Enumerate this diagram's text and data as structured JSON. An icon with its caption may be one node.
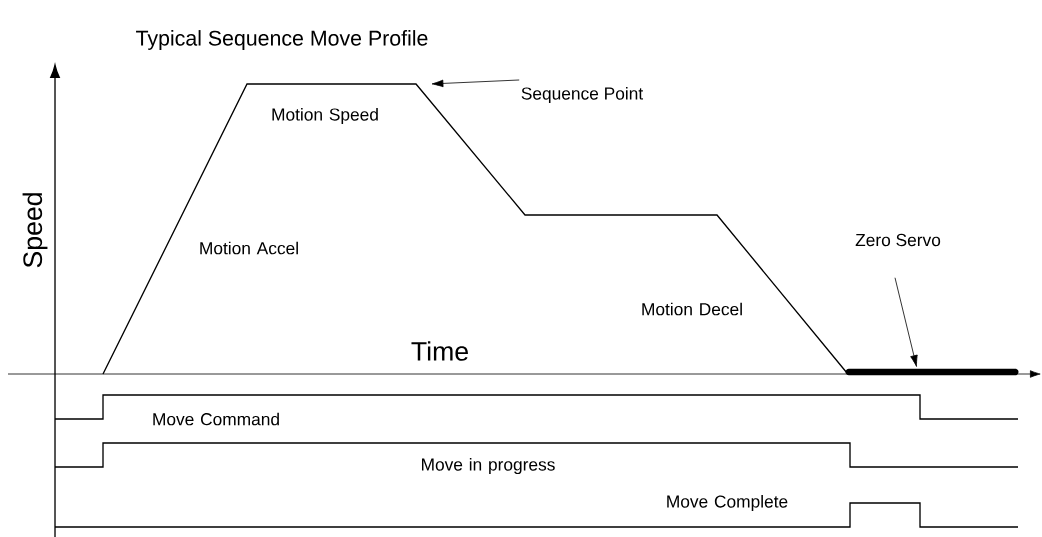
{
  "diagram": {
    "title": "Typical Sequence Move Profile",
    "nodes": [
      {
        "text": [
          "Sequence Point"
        ]
      },
      {
        "text": [
          "Zero Servo"
        ]
      },
      {
        "text": [],
        "shape": "bar"
      }
    ],
    "edges": [
      {
        "from": 0,
        "to": null,
        "arrow": "to"
      },
      {
        "from": 1,
        "to": 2,
        "arrow": "to"
      }
    ],
    "labels": [
      "Motion Speed",
      "Speed",
      "Motion Accel",
      "Motion Decel",
      "Time",
      "Move Command",
      "Move in progress",
      "Move Complete"
    ]
  }
}
